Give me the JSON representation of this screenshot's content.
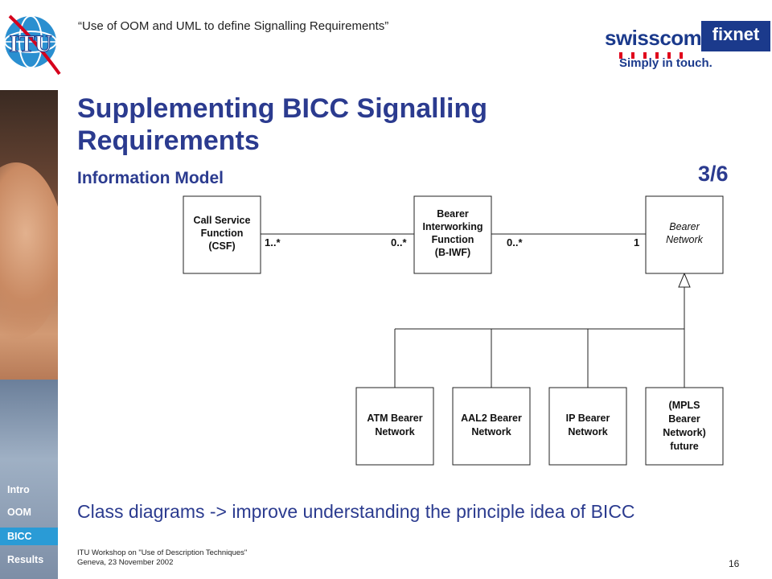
{
  "header": {
    "title": "“Use of OOM and UML to define Signalling Requirements”",
    "logo_text": "ITU"
  },
  "brand": {
    "name": "swisscom",
    "product": "fixnet",
    "slogan": "Simply in touch.",
    "color_primary": "#1b3a8c",
    "color_accent": "#e0001b"
  },
  "slide": {
    "title": "Supplementing BICC Signalling Requirements",
    "subtitle": "Information Model",
    "counter": "3/6",
    "summary": "Class diagrams -> improve understanding the principle idea of BICC",
    "number": "16"
  },
  "diagram": {
    "classes": {
      "csf": [
        "Call Service",
        "Function",
        "(CSF)"
      ],
      "biwf": [
        "Bearer",
        "Interworking",
        "Function",
        "(B-IWF)"
      ],
      "bearer_network": [
        "Bearer",
        "Network"
      ],
      "atm": [
        "ATM Bearer",
        "Network"
      ],
      "aal2": [
        "AAL2 Bearer",
        "Network"
      ],
      "ip": [
        "IP Bearer",
        "Network"
      ],
      "mpls": [
        "(MPLS",
        "Bearer",
        "Network)",
        "future"
      ]
    },
    "multiplicities": {
      "csf_side": "1..*",
      "biwf_left": "0..*",
      "biwf_right": "0..*",
      "network_side": "1"
    }
  },
  "footer": {
    "line1": "ITU Workshop on \"Use of Description Techniques\"",
    "line2": "Geneva, 23 November 2002"
  },
  "nav": {
    "items": [
      "Intro",
      "OOM",
      "BICC",
      "Results"
    ],
    "active": "BICC",
    "active_color": "#2a9bd6"
  }
}
